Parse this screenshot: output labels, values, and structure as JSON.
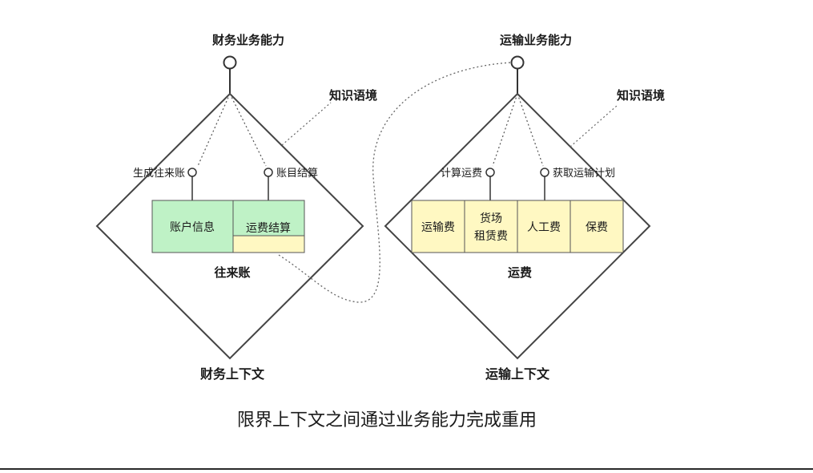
{
  "caption": "限界上下文之间通过业务能力完成重用",
  "colors": {
    "green": "#bff2c6",
    "yellow": "#fff8c2",
    "line": "#333333",
    "border": "#555555"
  },
  "left_context": {
    "capability": "财务业务能力",
    "knowledge_context": "知识语境",
    "capability_a": "生成往来账",
    "capability_b": "账目结算",
    "box_account": "账户信息",
    "box_settle": "运费结算",
    "aggregate": "往来账",
    "context_name": "财务上下文"
  },
  "right_context": {
    "capability": "运输业务能力",
    "knowledge_context": "知识语境",
    "capability_a": "计算运费",
    "capability_b": "获取运输计划",
    "box_1": "运输费",
    "box_2_line1": "货场",
    "box_2_line2": "租赁费",
    "box_3": "人工费",
    "box_4": "保费",
    "aggregate": "运费",
    "context_name": "运输上下文"
  }
}
